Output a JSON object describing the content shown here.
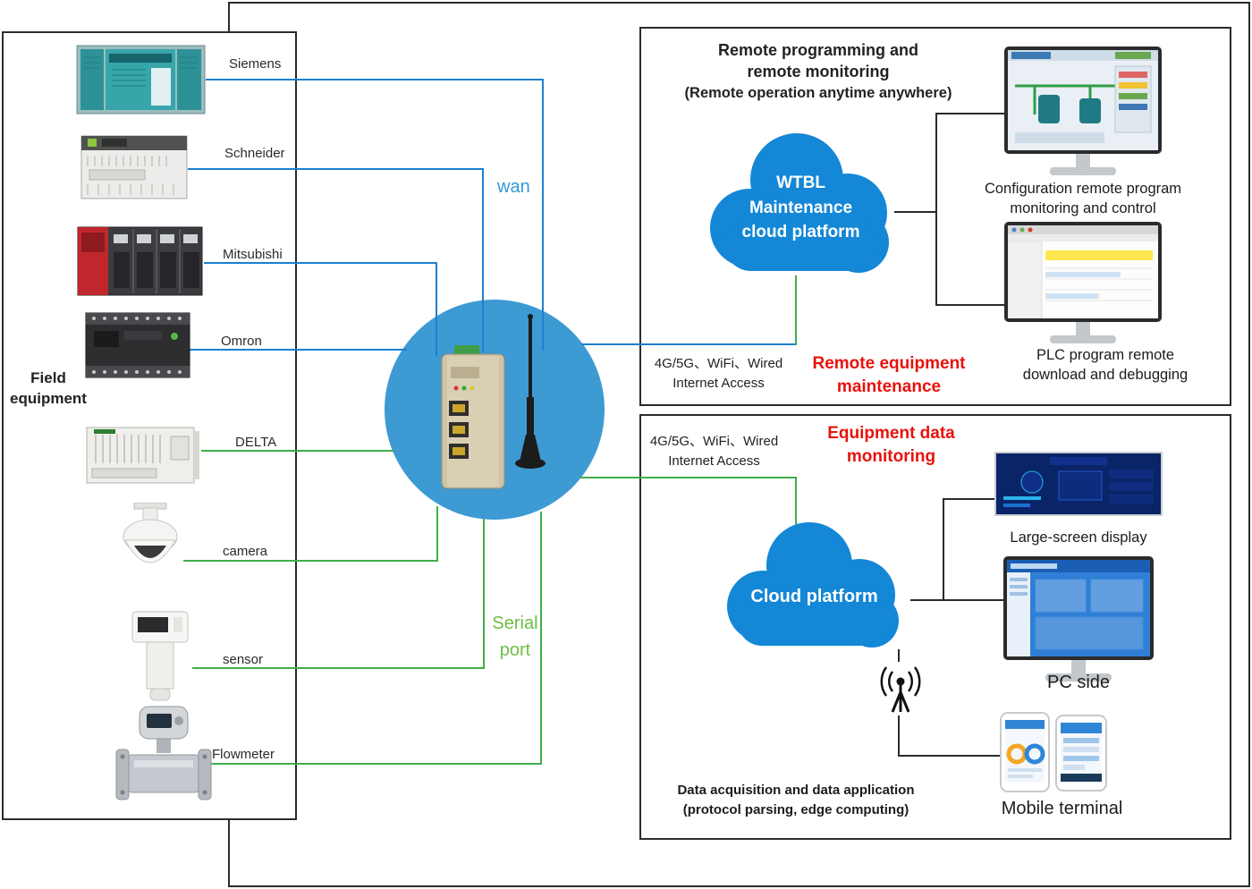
{
  "diagram": {
    "field_panel": {
      "title": "Field\nequipment",
      "devices": [
        {
          "label": "Siemens"
        },
        {
          "label": "Schneider"
        },
        {
          "label": "Mitsubishi"
        },
        {
          "label": "Omron"
        },
        {
          "label": "DELTA"
        },
        {
          "label": "camera"
        },
        {
          "label": "sensor"
        },
        {
          "label": "Flowmeter"
        }
      ]
    },
    "gateway": {
      "wan_label": "wan",
      "serial_label": "Serial\nport"
    },
    "remote_panel": {
      "title_lines": [
        "Remote programming and",
        "remote monitoring",
        "(Remote operation anytime anywhere)"
      ],
      "cloud_label": "WTBL\nMaintenance\ncloud platform",
      "access_label": "4G/5G、WiFi、Wired\nInternet Access",
      "highlight": "Remote equipment\nmaintenance",
      "monitor1_caption": "Configuration remote program\nmonitoring and control",
      "monitor2_caption": "PLC program remote\ndownload and debugging"
    },
    "data_panel": {
      "access_label": "4G/5G、WiFi、Wired\nInternet Access",
      "highlight": "Equipment data\nmonitoring",
      "cloud_label": "Cloud platform",
      "large_screen_caption": "Large-screen display",
      "pc_caption": "PC side",
      "mobile_caption": "Mobile terminal",
      "footer": "Data acquisition and data application\n(protocol parsing, edge computing)"
    },
    "colors": {
      "wan_line": "#1d80cf",
      "serial_line": "#3fae49",
      "wan_text": "#2f9ad2",
      "serial_text": "#6dbd45",
      "cloud_blue": "#1487d6",
      "circle_blue": "#3d9ad3",
      "highlight_red": "#e8120c"
    }
  }
}
